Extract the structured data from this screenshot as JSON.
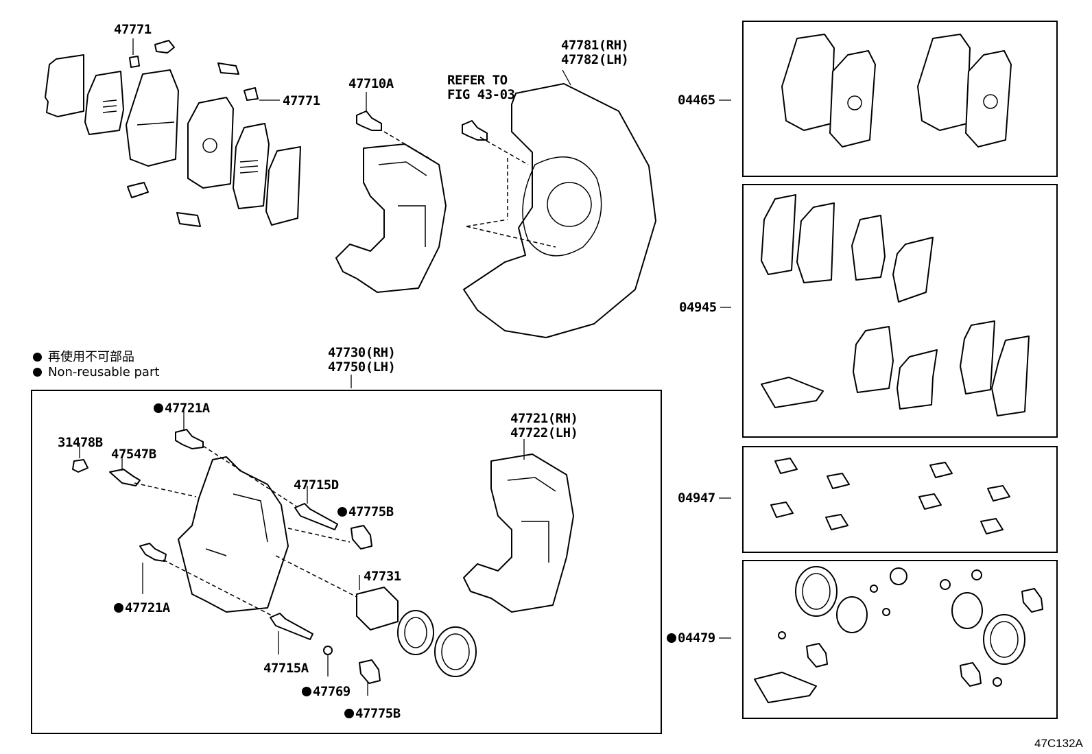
{
  "legend": {
    "non_reusable_jp": "再使用不可部品",
    "non_reusable_en": "Non-reusable part"
  },
  "figure_id": "47C132A",
  "labels": {
    "pad_clip_top": "47771",
    "pad_clip_side": "47771",
    "bolt_47710a": "47710A",
    "refer_line1": "REFER TO",
    "refer_line2": "FIG 43-03",
    "shield_rh": "47781(RH)",
    "shield_lh": "47782(LH)",
    "cyl_rh": "47730(RH)",
    "cyl_lh": "47750(LH)",
    "bolt_47721a_top": "47721A",
    "plug_31478b": "31478B",
    "bleeder_47547b": "47547B",
    "pin_47715d": "47715D",
    "boot_47775b_top": "47775B",
    "piston_47731": "47731",
    "bolt_47721a_mid": "47721A",
    "pin_47715a": "47715A",
    "bush_47769": "47769",
    "boot_47775b_bot": "47775B",
    "mount_rh": "47721(RH)",
    "mount_lh": "47722(LH)",
    "kit_04465": "04465",
    "kit_04945": "04945",
    "kit_04947": "04947",
    "kit_04479": "04479"
  }
}
